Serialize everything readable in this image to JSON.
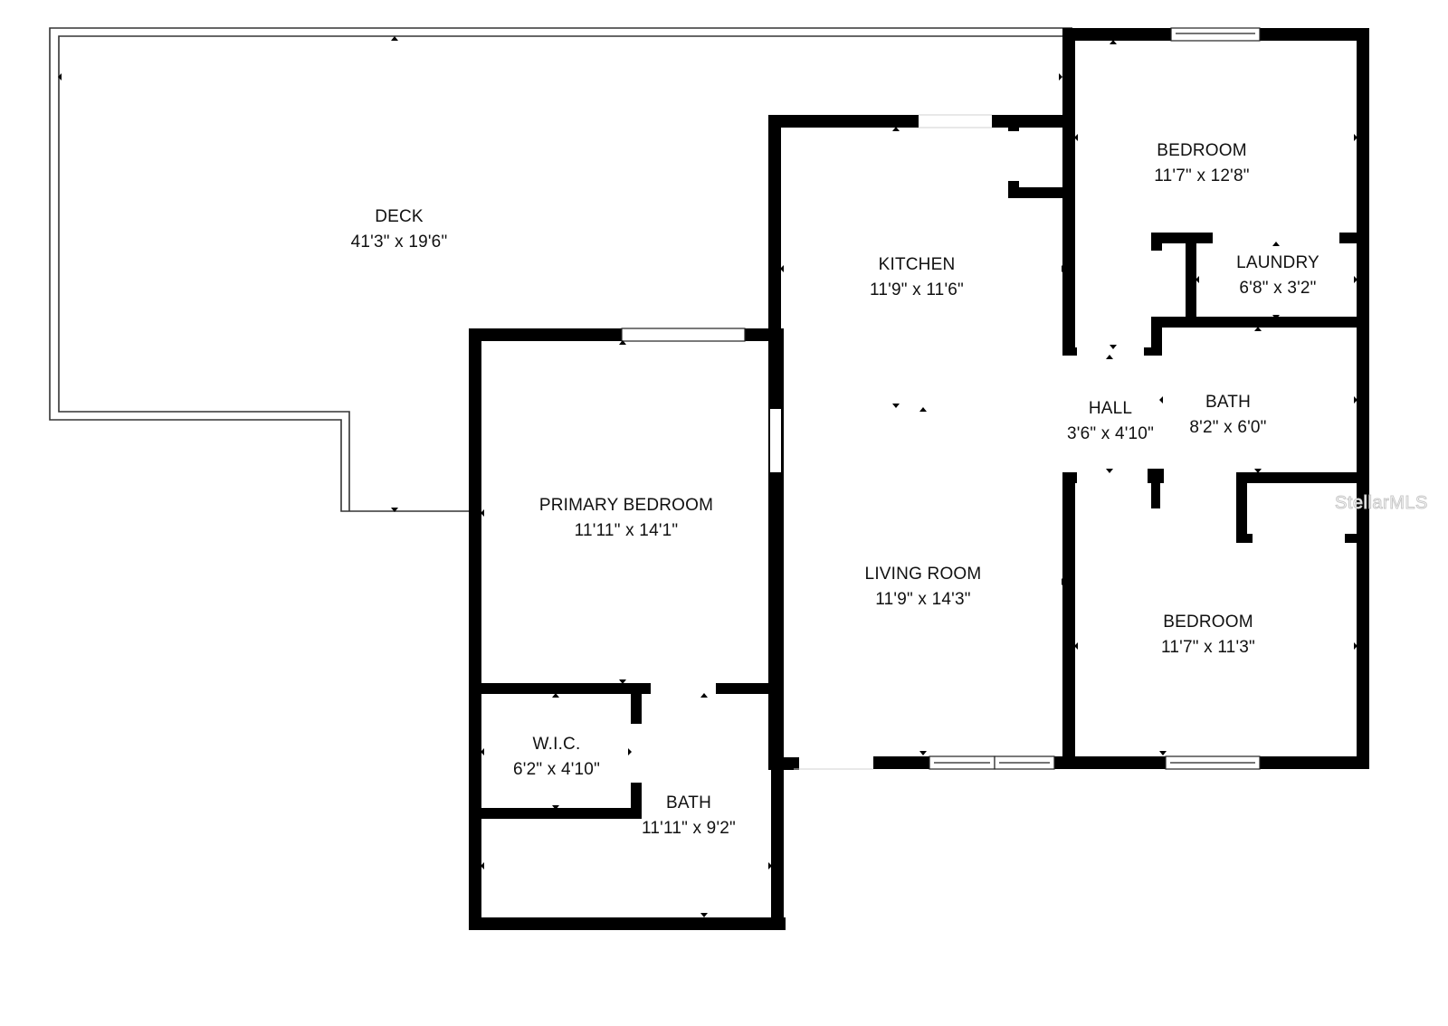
{
  "floorplan": {
    "rooms": [
      {
        "id": "deck",
        "name": "DECK",
        "dimensions": "41'3\" x 19'6\""
      },
      {
        "id": "kitchen",
        "name": "KITCHEN",
        "dimensions": "11'9\" x 11'6\""
      },
      {
        "id": "bedroom-1",
        "name": "BEDROOM",
        "dimensions": "11'7\" x 12'8\""
      },
      {
        "id": "laundry",
        "name": "LAUNDRY",
        "dimensions": "6'8\" x 3'2\""
      },
      {
        "id": "hall",
        "name": "HALL",
        "dimensions": "3'6\" x 4'10\""
      },
      {
        "id": "bath-1",
        "name": "BATH",
        "dimensions": "8'2\" x 6'0\""
      },
      {
        "id": "primary-bedroom",
        "name": "PRIMARY BEDROOM",
        "dimensions": "11'11\" x 14'1\""
      },
      {
        "id": "living-room",
        "name": "LIVING ROOM",
        "dimensions": "11'9\" x 14'3\""
      },
      {
        "id": "bedroom-2",
        "name": "BEDROOM",
        "dimensions": "11'7\" x 11'3\""
      },
      {
        "id": "wic",
        "name": "W.I.C.",
        "dimensions": "6'2\" x 4'10\""
      },
      {
        "id": "bath-2",
        "name": "BATH",
        "dimensions": "11'11\" x 9'2\""
      }
    ],
    "watermark": "StellarMLS",
    "colors": {
      "wall": "#000000",
      "background": "#ffffff",
      "deck_outline": "#333333"
    }
  }
}
